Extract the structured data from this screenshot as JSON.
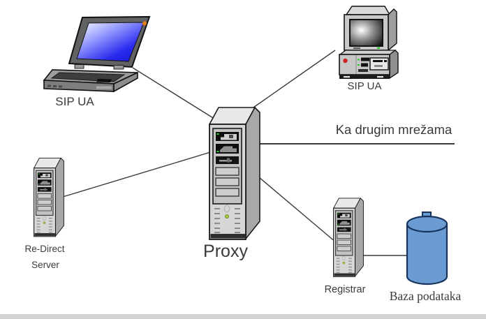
{
  "diagram_type": "sip-network-architecture",
  "labels": {
    "laptop_ua": "SIP UA",
    "desktop_ua": "SIP UA",
    "proxy": "Proxy",
    "redirect_line1": "Re-Direct",
    "redirect_line2": "Server",
    "registrar": "Registrar",
    "database": "Baza podataka",
    "other_networks": "Ka drugim mrežama"
  },
  "nodes": [
    {
      "id": "sip-ua-laptop",
      "label": "SIP UA",
      "icon": "laptop-icon"
    },
    {
      "id": "sip-ua-desktop",
      "label": "SIP UA",
      "icon": "desktop-computer-icon"
    },
    {
      "id": "proxy",
      "label": "Proxy",
      "icon": "server-tower-icon"
    },
    {
      "id": "redirect-server",
      "label": "Re-Direct Server",
      "icon": "server-tower-icon"
    },
    {
      "id": "registrar",
      "label": "Registrar",
      "icon": "server-tower-icon"
    },
    {
      "id": "database",
      "label": "Baza podataka",
      "icon": "database-cylinder-icon"
    }
  ],
  "edges": [
    {
      "from": "sip-ua-laptop",
      "to": "proxy"
    },
    {
      "from": "sip-ua-desktop",
      "to": "proxy"
    },
    {
      "from": "redirect-server",
      "to": "proxy"
    },
    {
      "from": "proxy",
      "to": "other-networks-line"
    },
    {
      "from": "proxy",
      "to": "registrar"
    },
    {
      "from": "registrar",
      "to": "database"
    }
  ],
  "colors": {
    "background": "#ffffff",
    "edge_line": "#3a3a3a",
    "laptop_screen_blue": "#2121e8",
    "database_fill": "#6b9bd3",
    "database_outline": "#16345c",
    "tower_front": "#d6d6d6",
    "tower_side": "#a8a8a8",
    "accent_orange_dot": "#e87d1e",
    "accent_red_dot": "#cc2222",
    "accent_green_led": "#33cc33"
  }
}
